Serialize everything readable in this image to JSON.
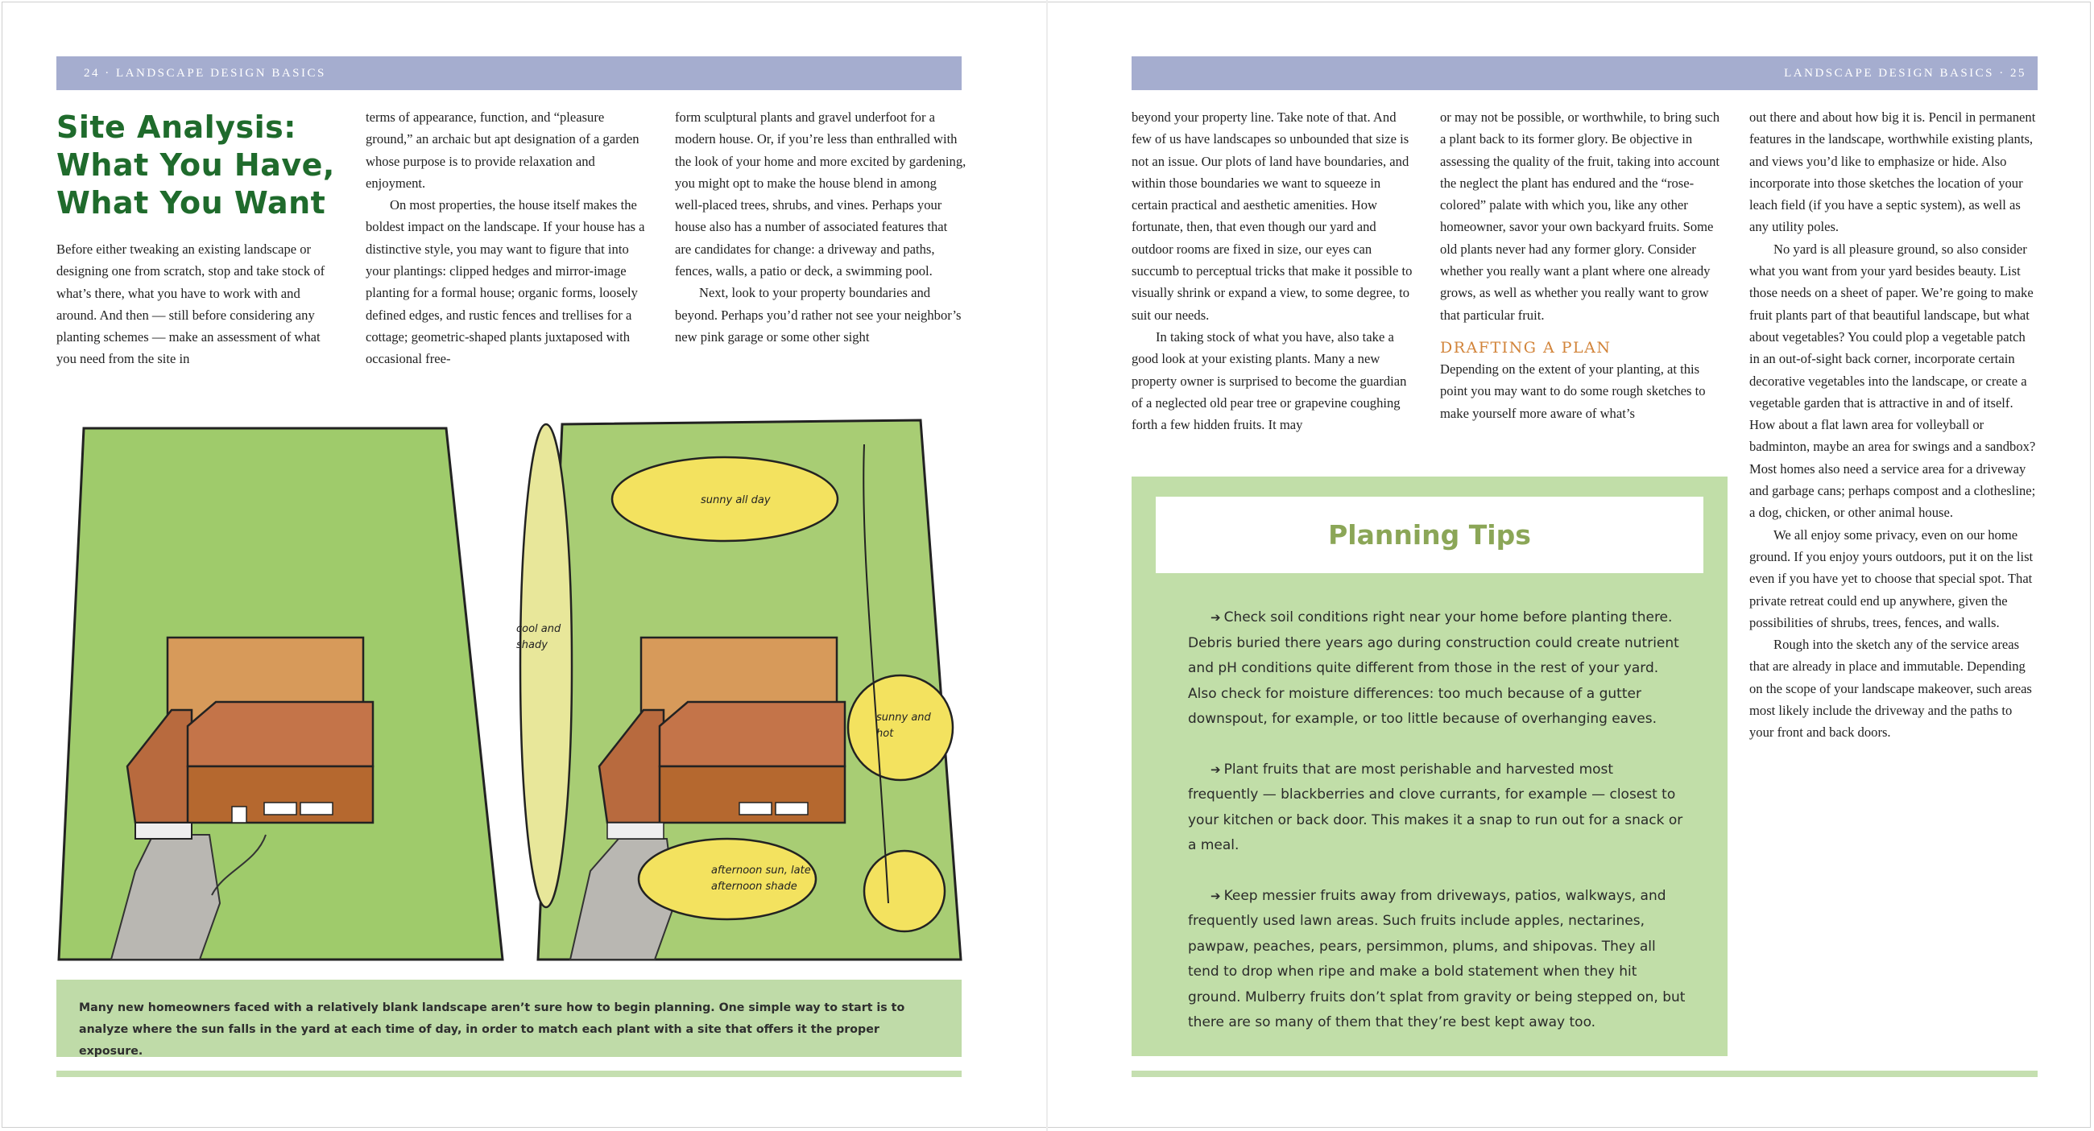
{
  "left_page": {
    "running_head": "24 · Landscape Design Basics",
    "title_lines": [
      "Site Analysis:",
      "What You Have,",
      "What You Want"
    ],
    "col1": "Before either tweaking an existing landscape or designing one from scratch, stop and take stock of what’s there, what you have to work with and around. And then — still before considering any planting schemes — make an assessment of what you need from the site in",
    "col2_p1": "terms of appearance, function, and “pleasure ground,” an archaic but apt designation of a garden whose purpose is to provide relaxation and enjoyment.",
    "col2_p2": "On most properties, the house itself makes the boldest impact on the landscape. If your house has a distinctive style, you may want to figure that into your plantings: clipped hedges and mirror-image planting for a formal house; organic forms, loosely defined edges, and rustic fences and trellises for a cottage; geometric-shaped plants juxtaposed with occasional free-",
    "col3_p1": "form sculptural plants and gravel underfoot for a modern house. Or, if you’re less than enthralled with the look of your home and more excited by gardening, you might opt to make the house blend in among well-placed trees, shrubs, and vines. Perhaps your house also has a number of associated features that are candidates for change: a driveway and paths, fences, walls, a patio or deck, a swimming pool.",
    "col3_p2": "Next, look to your property boundaries and beyond. Perhaps you’d rather not see your neighbor’s new pink garage or some other sight",
    "illustration_labels": {
      "cool": "cool and shady",
      "sunny_all_day": "sunny all day",
      "sunny_hot": "sunny and hot",
      "afternoon": "afternoon sun, late afternoon shade"
    },
    "caption": "Many new homeowners faced with a relatively blank landscape aren’t sure how to begin planning. One simple way to start is to analyze where the sun falls in the yard at each time of day, in order to match each plant with a site that offers it the proper exposure."
  },
  "right_page": {
    "running_head": "Landscape Design Basics · 25",
    "col1_p1": "beyond your property line. Take note of that. And few of us have landscapes so unbounded that size is not an issue. Our plots of land have boundaries, and within those boundaries we want to squeeze in certain practical and aesthetic amenities. How fortunate, then, that even though our yard and outdoor rooms are fixed in size, our eyes can succumb to perceptual tricks that make it possible to visually shrink or expand a view, to some degree, to suit our needs.",
    "col1_p2": "In taking stock of what you have, also take a good look at your existing plants. Many a new property owner is surprised to become the guardian of a neglected old pear tree or grapevine coughing forth a few hidden fruits. It may",
    "col2_p1": "or may not be possible, or worthwhile, to bring such a plant back to its former glory. Be objective in assessing the quality of the fruit, taking into account the neglect the plant has endured and the “rose-colored” palate with which you, like any other homeowner, savor your own backyard fruits. Some old plants never had any former glory. Consider whether you really want a plant where one already grows, as well as whether you really want to grow that particular fruit.",
    "subhead": "Drafting a Plan",
    "col2_p2": "Depending on the extent of your planting, at this point you may want to do some rough sketches to make yourself more aware of what’s",
    "col3_p1": "out there and about how big it is. Pencil in permanent features in the landscape, worthwhile existing plants, and views you’d like to emphasize or hide. Also incorporate into those sketches the location of your leach field (if you have a septic system), as well as any utility poles.",
    "col3_p2": "No yard is all pleasure ground, so also consider what you want from your yard besides beauty. List those needs on a sheet of paper. We’re going to make fruit plants part of that beautiful landscape, but what about vegetables? You could plop a vegetable patch in an out-of-sight back corner, incorporate certain decorative vegetables into the landscape, or create a vegetable garden that is attractive in and of itself. How about a flat lawn area for volleyball or badminton, maybe an area for swings and a sandbox? Most homes also need a service area for a driveway and garbage cans; perhaps compost and a clothesline; a dog, chicken, or other animal house.",
    "col3_p3": "We all enjoy some privacy, even on our home ground. If you enjoy yours outdoors, put it on the list even if you have yet to choose that special spot. That private retreat could end up anywhere, given the possibilities of shrubs, trees, fences, and walls.",
    "col3_p4": "Rough into the sketch any of the service areas that are already in place and immutable. Depending on the scope of your landscape makeover, such areas most likely include the driveway and the paths to your front and back doors.",
    "tips_title": "Planning Tips",
    "tips": [
      "Check soil conditions right near your home before planting there. Debris buried there years ago during construction could create nutrient and pH conditions quite different from those in the rest of your yard. Also check for moisture differences: too much because of a gutter downspout, for example, or too little because of overhanging eaves.",
      "Plant fruits that are most perishable and harvested most frequently — blackberries and clove currants, for example — closest to your kitchen or back door. This makes it a snap to run out for a snack or a meal.",
      "Keep messier fruits away from driveways, patios, walkways, and frequently used lawn areas. Such fruits include apples, nectarines, pawpaw, peaches, pears, persimmon, plums, and shipovas. They all tend to drop when ripe and make a bold statement when they hit ground. Mulberry fruits don’t splat from gravity or being stepped on, but there are so many of them that they’re best kept away too."
    ],
    "tip_arrow": "➔"
  },
  "colors": {
    "runhead": "#a5adcf",
    "title_green": "#1f6b2c",
    "caption_green": "#bfdba8",
    "subhead_orange": "#d2843a",
    "tips_title_green": "#8ba657"
  }
}
